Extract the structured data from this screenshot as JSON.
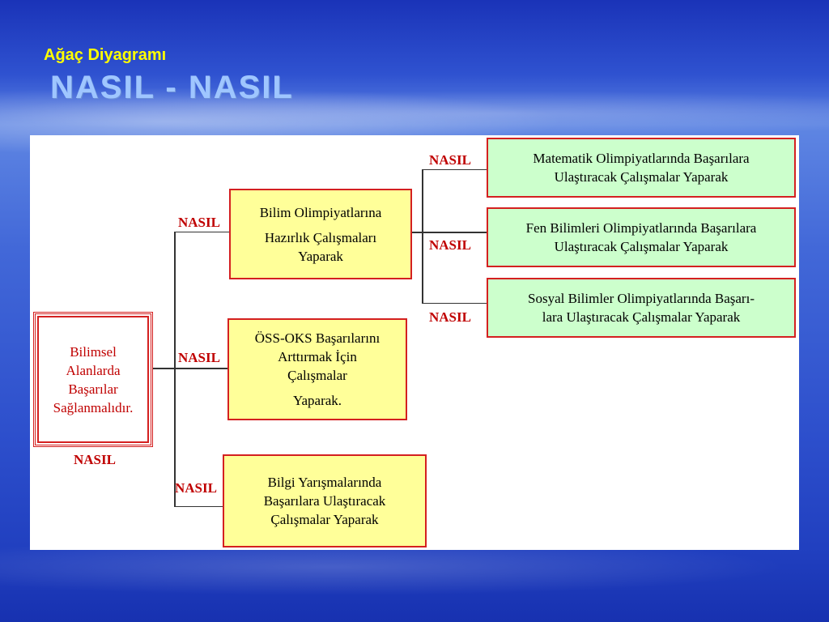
{
  "slide": {
    "subtitle": "Ağaç Diyagramı",
    "title": "NASIL - NASIL"
  },
  "diagram": {
    "root": {
      "lines": [
        "Bilimsel",
        "Alanlarda",
        "Başarılar",
        "Sağlanmalıdır."
      ],
      "label": "NASIL"
    },
    "level1": [
      {
        "label": "NASIL",
        "lines": [
          "Bilim Olimpiyatlarına",
          "Hazırlık Çalışmaları",
          "Yaparak"
        ]
      },
      {
        "label": "NASIL",
        "lines": [
          "ÖSS-OKS Başarılarını",
          "Arttırmak İçin",
          "Çalışmalar",
          "Yaparak."
        ]
      },
      {
        "label": "NASIL",
        "lines": [
          "Bilgi Yarışmalarında",
          "Başarılara Ulaştıracak",
          "Çalışmalar Yaparak"
        ]
      }
    ],
    "level2": [
      {
        "label": "NASIL",
        "lines": [
          "Matematik Olimpiyatlarında Başarılara",
          "Ulaştıracak Çalışmalar Yaparak"
        ]
      },
      {
        "label": "NASIL",
        "lines": [
          "Fen Bilimleri  Olimpiyatlarında Başarılara",
          "Ulaştıracak Çalışmalar Yaparak"
        ]
      },
      {
        "label": "NASIL",
        "lines": [
          "Sosyal Bilimler  Olimpiyatlarında Başarı-",
          "lara Ulaştıracak Çalışmalar Yaparak"
        ]
      }
    ]
  },
  "colors": {
    "border": "#d42020",
    "yellow_fill": "#ffff99",
    "green_fill": "#ccffcc",
    "label": "#c00000"
  }
}
